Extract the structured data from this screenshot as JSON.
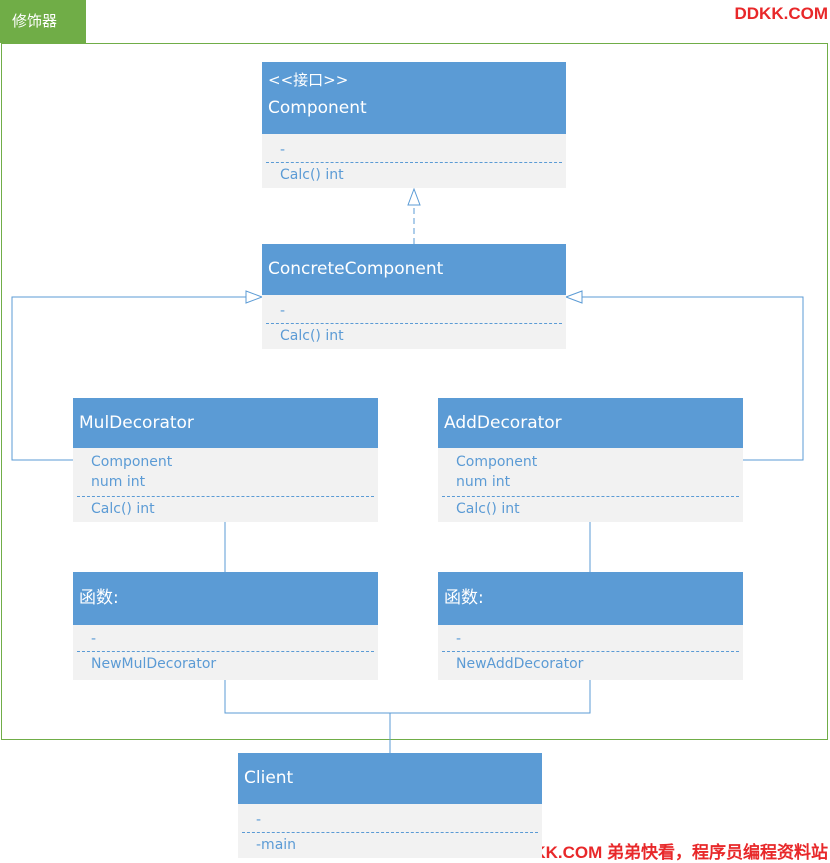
{
  "frame": {
    "label": "修饰器"
  },
  "watermark": {
    "top": "DDKK.COM",
    "bottom": "DDKK.COM 弟弟快看，程序员编程资料站"
  },
  "classes": {
    "component": {
      "stereotype": "<<接口>>",
      "name": "Component",
      "attributes": [
        "-"
      ],
      "methods": [
        "Calc() int"
      ]
    },
    "concrete": {
      "name": "ConcreteComponent",
      "attributes": [
        "-"
      ],
      "methods": [
        "Calc() int"
      ]
    },
    "mul": {
      "name": "MulDecorator",
      "attributes": [
        "Component",
        "num int"
      ],
      "methods": [
        "Calc() int"
      ]
    },
    "add": {
      "name": "AddDecorator",
      "attributes": [
        "Component",
        "num int"
      ],
      "methods": [
        "Calc() int"
      ]
    },
    "mulFunc": {
      "name": "函数:",
      "attributes": [
        "-"
      ],
      "methods": [
        "NewMulDecorator"
      ]
    },
    "addFunc": {
      "name": "函数:",
      "attributes": [
        "-"
      ],
      "methods": [
        "NewAddDecorator"
      ]
    },
    "client": {
      "name": "Client",
      "attributes": [
        "-"
      ],
      "methods": [
        "-main"
      ]
    }
  },
  "colors": {
    "box_header": "#5b9bd5",
    "box_body": "#f2f2f2",
    "frame": "#70ad47",
    "watermark": "#e8282a"
  }
}
